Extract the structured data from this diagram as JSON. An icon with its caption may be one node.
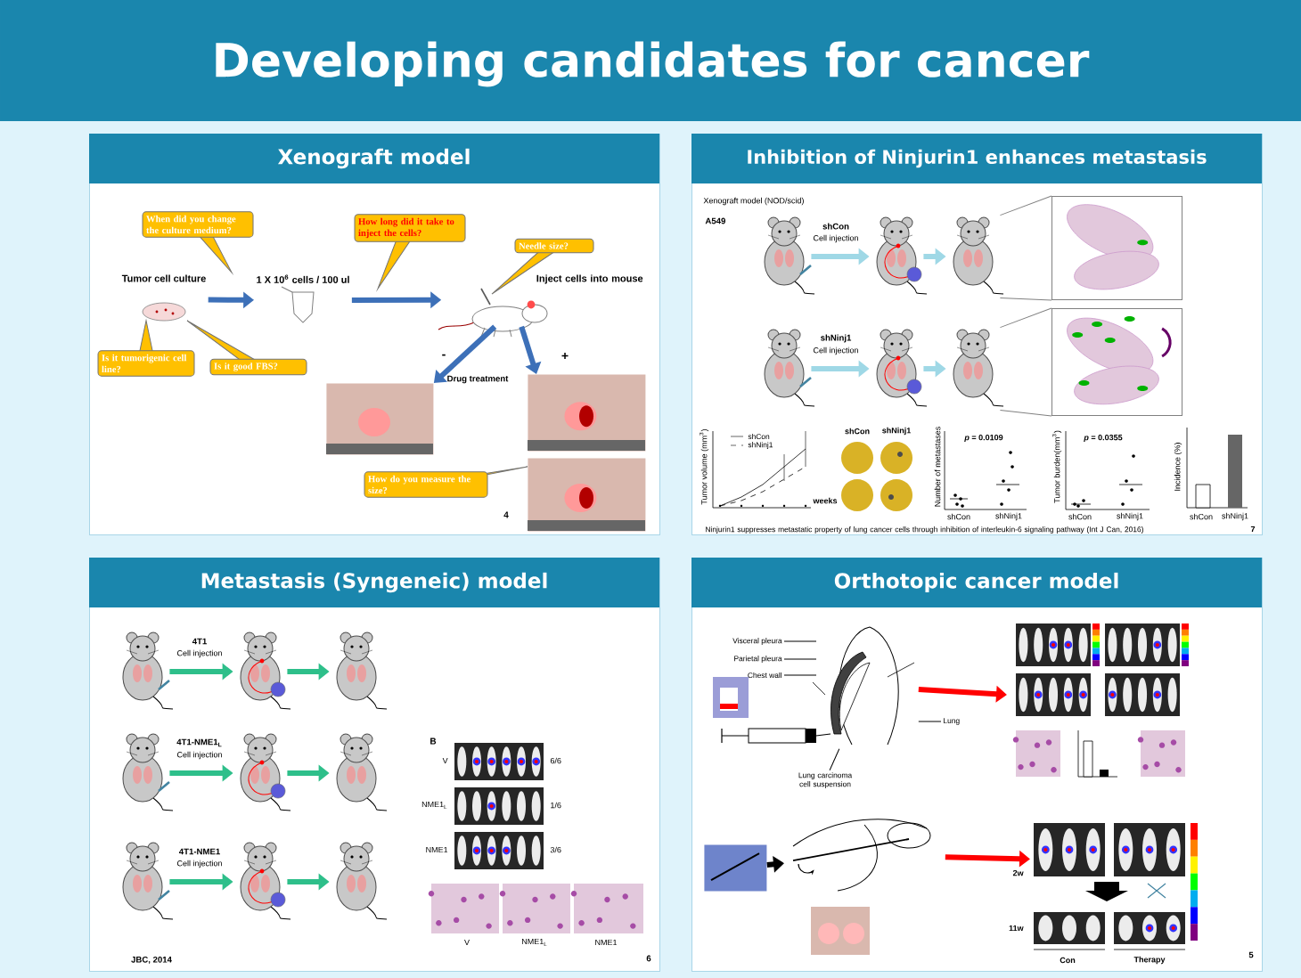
{
  "diagram": {
    "title": "Developing candidates for cancer",
    "nodes": [
      {
        "text": [
          "Xenograft model"
        ]
      },
      {
        "text": [
          "Tumor cell culture"
        ],
        "in": 0
      },
      {
        "text": [
          "1 X 10$^{6}$ cells / 100 ul"
        ],
        "in": 0
      },
      {
        "text": [
          "Inject cells into mouse"
        ],
        "in": 0
      },
      {
        "text": [],
        "shape": "picture",
        "in": 0
      },
      {
        "text": [],
        "shape": "picture",
        "in": 0
      },
      {
        "text": [],
        "shape": "picture",
        "in": 0
      },
      {
        "text": [
          "When did you change the culture medium?"
        ],
        "in": 0
      },
      {
        "text": [
          "How long did it take to inject the cells?"
        ],
        "in": 0
      },
      {
        "text": [
          "Needle size?"
        ],
        "in": 0
      },
      {
        "text": [
          "Is it tumorigenic cell line?"
        ],
        "in": 0
      },
      {
        "text": [
          "Is it good FBS?"
        ],
        "in": 0
      },
      {
        "text": [
          "How do you measure the size?"
        ],
        "in": 0
      },
      {
        "text": [
          "Inhibition of Ninjurin1 enhances metastasis"
        ]
      },
      {
        "text": [],
        "shape": "picture",
        "in": 13
      },
      {
        "text": [],
        "shape": "picture",
        "in": 13
      },
      {
        "text": [],
        "shape": "picture",
        "in": 13
      },
      {
        "text": [],
        "shape": "picture",
        "in": 13
      },
      {
        "text": [],
        "shape": "picture",
        "in": 13
      },
      {
        "text": [],
        "shape": "picture",
        "in": 13
      },
      {
        "text": [],
        "shape": "picture",
        "in": 13
      },
      {
        "text": [],
        "shape": "picture",
        "in": 13
      },
      {
        "text": [
          "Metastasis (Syngeneic) model"
        ]
      },
      {
        "text": [],
        "shape": "picture",
        "in": 22
      },
      {
        "text": [],
        "shape": "picture",
        "in": 22
      },
      {
        "text": [],
        "shape": "picture",
        "in": 22
      },
      {
        "text": [],
        "shape": "picture",
        "in": 22
      },
      {
        "text": [],
        "shape": "picture",
        "in": 22
      },
      {
        "text": [],
        "shape": "picture",
        "in": 22
      },
      {
        "text": [],
        "shape": "picture",
        "in": 22
      },
      {
        "text": [],
        "shape": "picture",
        "in": 22
      },
      {
        "text": [],
        "shape": "picture",
        "in": 22
      },
      {
        "text": [
          "Orthotopic cancer model"
        ]
      },
      {
        "text": [
          "Visceral pleura"
        ],
        "in": 32
      },
      {
        "text": [
          "Parietal pleura"
        ],
        "in": 32
      },
      {
        "text": [
          "Chest wall"
        ],
        "in": 32
      },
      {
        "text": [
          "Lung"
        ],
        "in": 32
      },
      {
        "text": [
          "Lung carcinoma cell suspension"
        ],
        "in": 32
      },
      {
        "text": [],
        "shape": "picture",
        "in": 32
      },
      {
        "text": [],
        "shape": "picture",
        "in": 32
      },
      {
        "text": [],
        "shape": "picture",
        "in": 32
      },
      {
        "text": [],
        "shape": "picture",
        "in": 32
      },
      {
        "text": [],
        "shape": "picture",
        "in": 32
      }
    ],
    "edges": [
      {
        "from": 1,
        "to": 2,
        "arrow": "to",
        "color": "#3d70b8"
      },
      {
        "from": 2,
        "to": 3,
        "arrow": "to",
        "color": "#3d70b8"
      },
      {
        "from": 3,
        "to": 4,
        "arrow": "to",
        "color": "#3d70b8",
        "label": "-"
      },
      {
        "from": 3,
        "to": 5,
        "arrow": "to",
        "color": "#3d70b8",
        "label": "+"
      },
      {
        "from": 14,
        "to": 15,
        "arrow": "to",
        "color": "#9fd8e6",
        "label": "shCon"
      },
      {
        "from": 15,
        "to": 16,
        "arrow": "to",
        "color": "#9fd8e6"
      },
      {
        "from": 16,
        "to": 17,
        "arrow": "none",
        "color": "#808080"
      },
      {
        "from": 16,
        "to": 17,
        "arrow": "none",
        "color": "#808080"
      },
      {
        "from": 18,
        "to": 19,
        "arrow": "to",
        "color": "#9fd8e6",
        "label": "shNinj1"
      },
      {
        "from": 19,
        "to": 20,
        "arrow": "to",
        "color": "#9fd8e6"
      },
      {
        "from": 20,
        "to": 21,
        "arrow": "none",
        "color": "#808080"
      },
      {
        "from": 20,
        "to": 21,
        "arrow": "none",
        "color": "#808080"
      },
      {
        "from": 23,
        "to": 24,
        "arrow": "to",
        "color": "#2ebf8a",
        "label": "4T1"
      },
      {
        "from": 24,
        "to": 25,
        "arrow": "to",
        "color": "#2ebf8a"
      },
      {
        "from": 26,
        "to": 27,
        "arrow": "to",
        "color": "#2ebf8a",
        "label": "4T1-NME1$_{L}$"
      },
      {
        "from": 27,
        "to": 28,
        "arrow": "to",
        "color": "#2ebf8a"
      },
      {
        "from": 29,
        "to": 30,
        "arrow": "to",
        "color": "#2ebf8a",
        "label": "4T1-NME1"
      },
      {
        "from": 30,
        "to": 31,
        "arrow": "to",
        "color": "#2ebf8a"
      },
      {
        "from": 33,
        "to": 38,
        "arrow": "none",
        "color": "#000000"
      },
      {
        "from": 34,
        "to": 38,
        "arrow": "none",
        "color": "#000000"
      },
      {
        "from": 35,
        "to": 38,
        "arrow": "none",
        "color": "#000000"
      },
      {
        "from": 36,
        "to": 38,
        "arrow": "none",
        "color": "#000000"
      },
      {
        "from": 37,
        "to": 38,
        "arrow": "none",
        "color": "#000000"
      },
      {
        "from": 38,
        "to": 39,
        "arrow": "to",
        "color": "#ff0000"
      },
      {
        "from": 40,
        "to": 41,
        "arrow": "to",
        "color": "#000000"
      },
      {
        "from": 41,
        "to": 42,
        "arrow": "to",
        "color": "#ff0000"
      }
    ],
    "labels": [
      "Drug treatment",
      "4",
      "Xenograft model (NOD/scid)",
      "A549",
      "Cell injection",
      "Cell injection",
      "Tumor volume (mm$^{3}$)",
      "shCon",
      "shNinj1",
      "weeks",
      "shCon",
      "shNinj1",
      "Number of metastases",
      "*p* = 0.0109",
      "shCon",
      "shNinj1",
      "Tumor burden(mm$^{3}$)",
      "*p* = 0.0355",
      "shCon",
      "shNinj1",
      "Incidence (%)",
      "shCon",
      "shNinj1",
      "Ninjurin1 suppresses metastatic property of lung cancer cells through inhibition of interleukin-6 signaling pathway (Int J Can, 2016)",
      "7",
      "Cell injection",
      "Cell injection",
      "Cell injection",
      "B",
      "V",
      "6/6",
      "NME1$_{L}$",
      "1/6",
      "NME1",
      "3/6",
      "V",
      "NME1$_{L}$",
      "NME1",
      "JBC, 2014",
      "6",
      "2w",
      "11w",
      "Con",
      "Therapy",
      "5"
    ]
  }
}
